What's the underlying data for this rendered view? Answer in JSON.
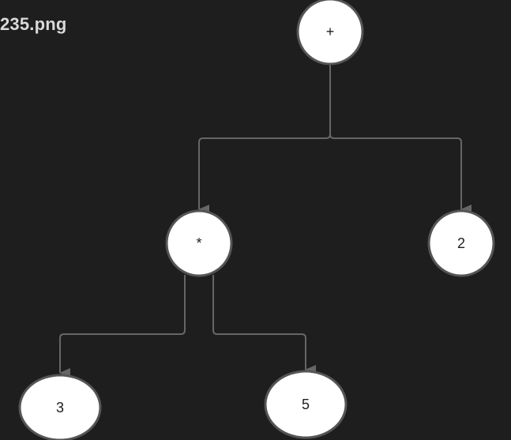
{
  "file_label": "235.png",
  "diagram": {
    "nodes": {
      "root": {
        "label": "+"
      },
      "mul": {
        "label": "*"
      },
      "two": {
        "label": "2"
      },
      "three": {
        "label": "3"
      },
      "five": {
        "label": "5"
      }
    },
    "edges": [
      {
        "from": "root",
        "to": "mul"
      },
      {
        "from": "root",
        "to": "two"
      },
      {
        "from": "mul",
        "to": "three"
      },
      {
        "from": "mul",
        "to": "five"
      }
    ],
    "colors": {
      "background": "#1e1e1e",
      "node_fill": "#ffffff",
      "node_stroke": "#555555",
      "edge": "#666666",
      "text": "#1e1e1e"
    }
  }
}
